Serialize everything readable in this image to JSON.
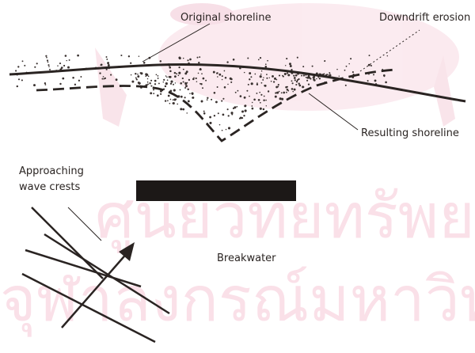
{
  "diagram": {
    "labels": {
      "original_shoreline": "Original shoreline",
      "downdrift_erosion": "Downdrift erosion",
      "resulting_shoreline": "Resulting shoreline",
      "approaching_line1": "Approaching",
      "approaching_line2": "wave crests",
      "breakwater": "Breakwater"
    }
  },
  "watermark": {
    "line1": "ศูนย์วิทยทรัพยากร",
    "line2": "จุฬาลงกรณ์มหาวิทยาลัย"
  },
  "colors": {
    "ink": "#2a2422",
    "watermark": "#f6c7d6",
    "seal": "#f3cbd8"
  }
}
